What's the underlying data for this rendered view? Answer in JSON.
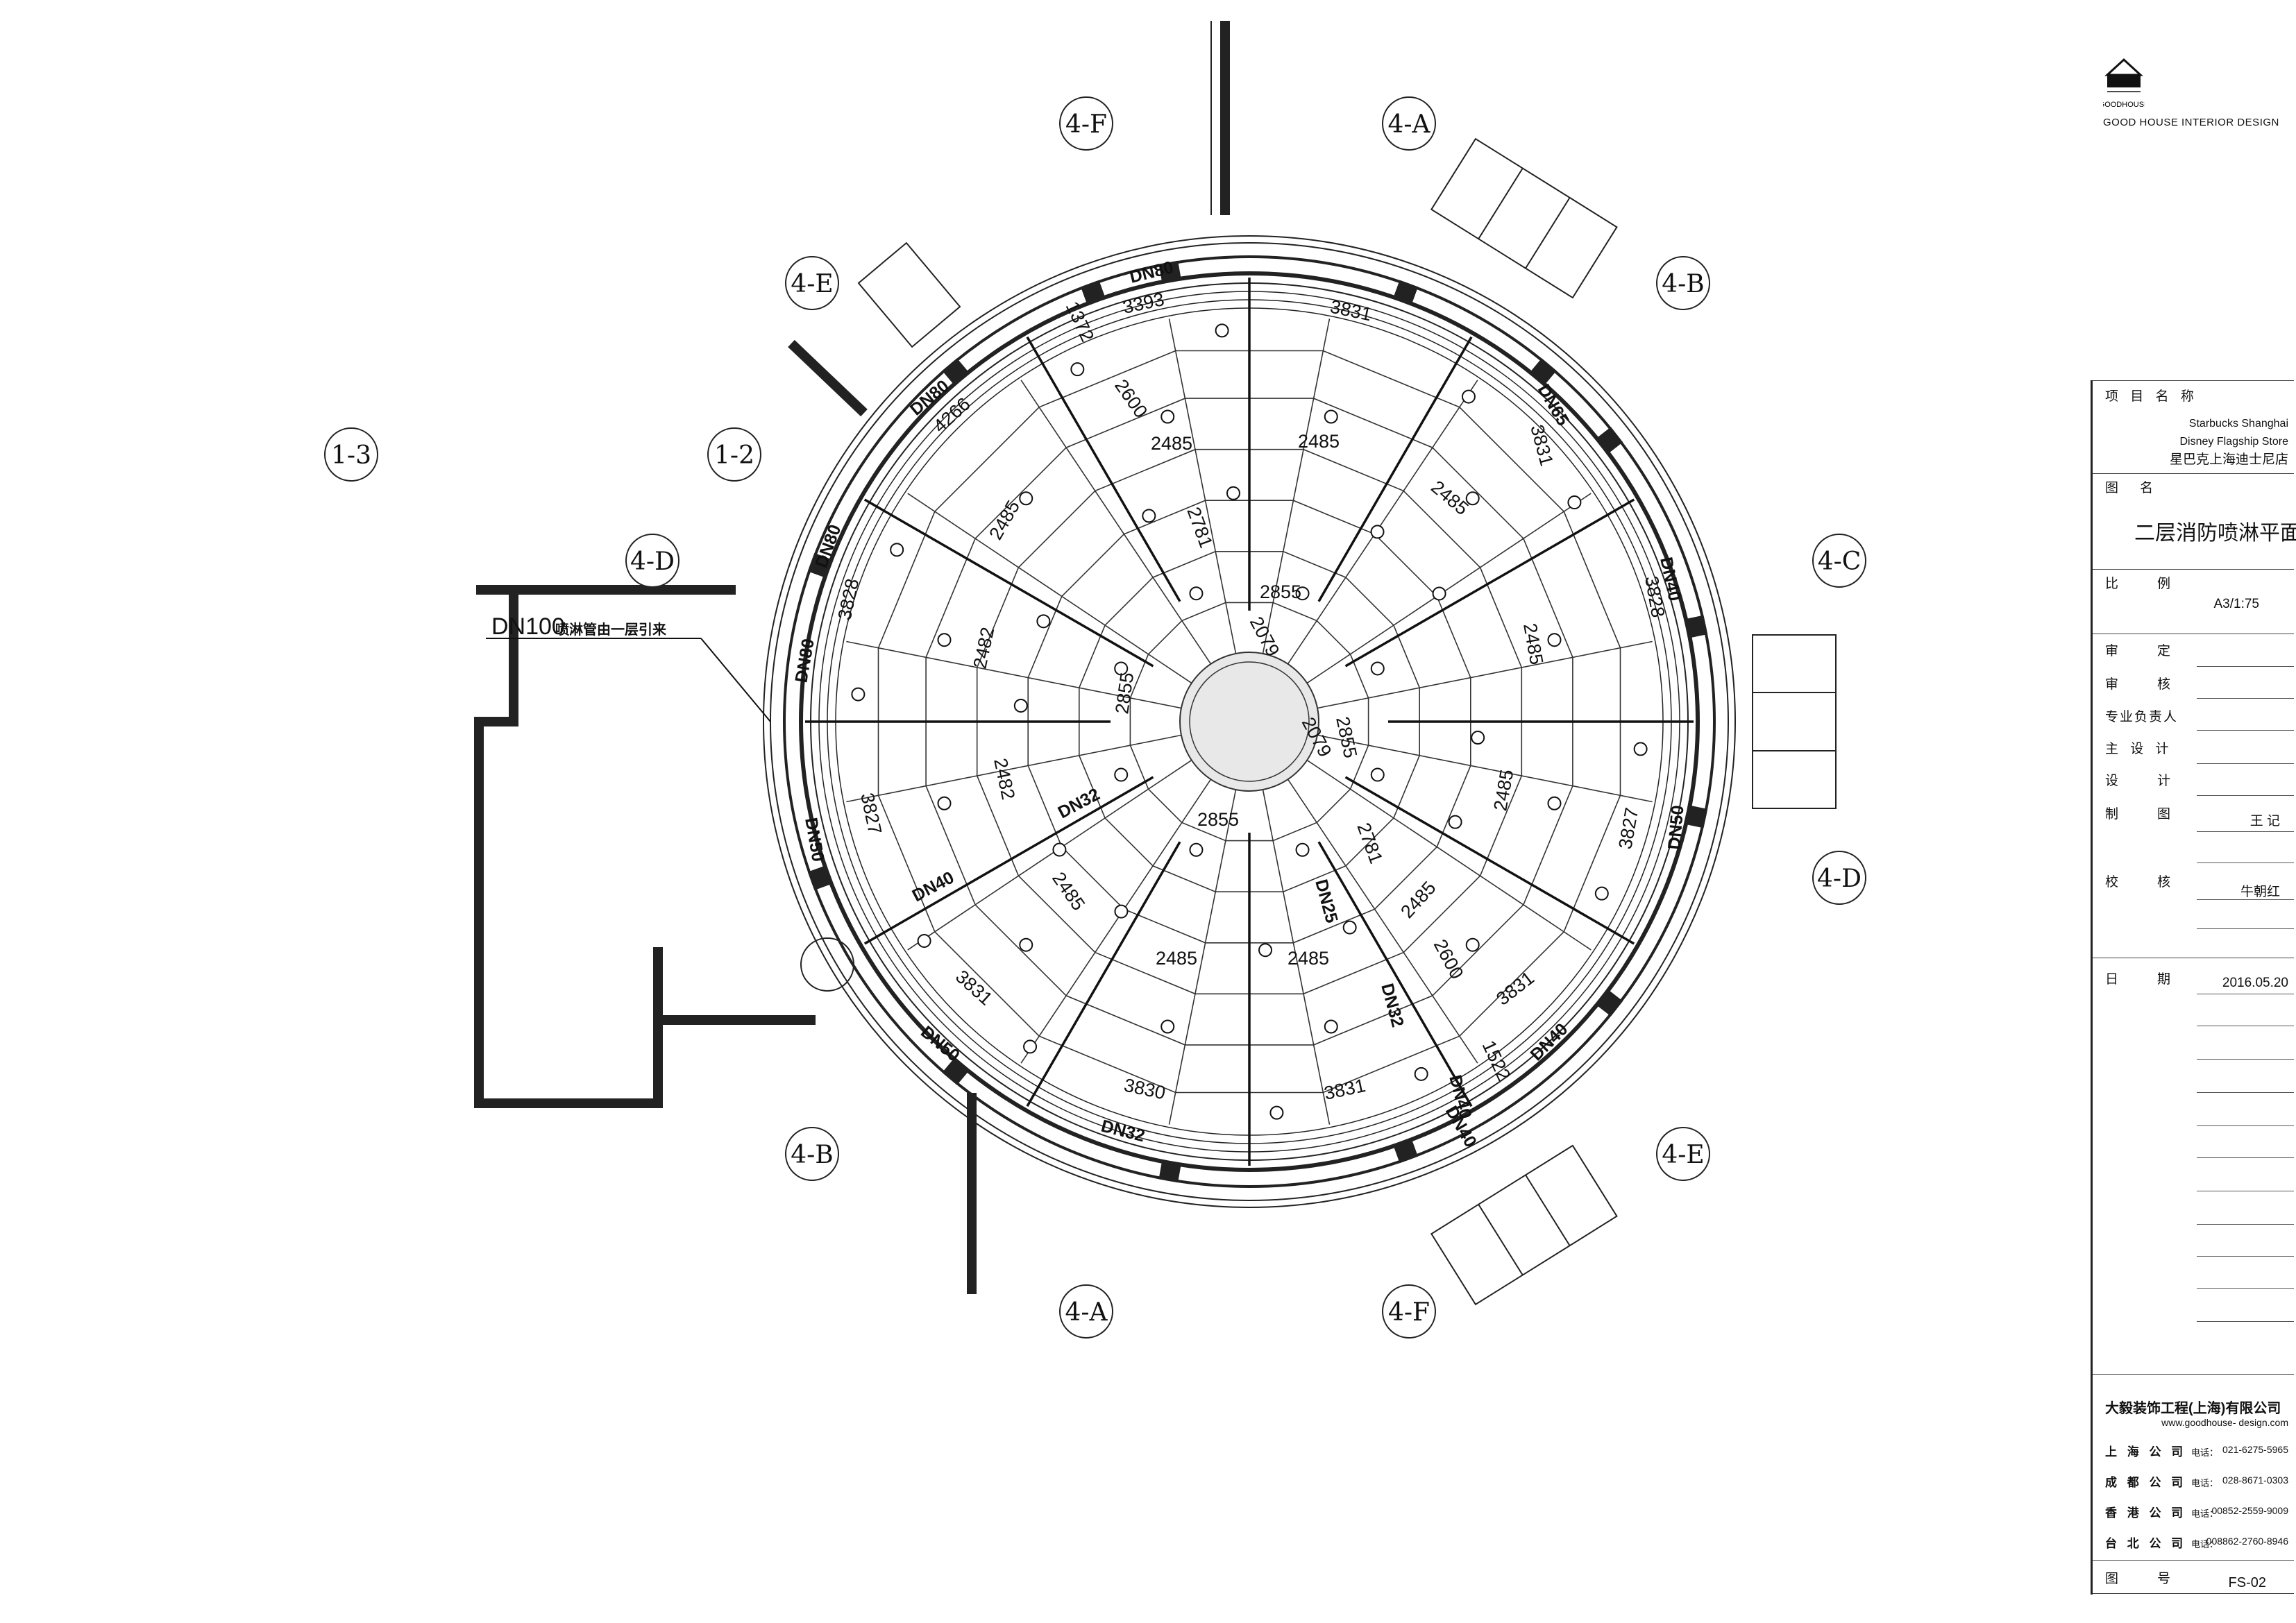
{
  "logo": {
    "mark_text": "GOODHOUSE",
    "text": "GOOD HOUSE INTERIOR DESIGN"
  },
  "plan": {
    "axis_labels": [
      {
        "id": "axis-4f-top",
        "label": "4-F"
      },
      {
        "id": "axis-4a-top",
        "label": "4-A"
      },
      {
        "id": "axis-4e-topleft",
        "label": "4-E"
      },
      {
        "id": "axis-4b-topright",
        "label": "4-B"
      },
      {
        "id": "axis-1-3",
        "label": "1-3"
      },
      {
        "id": "axis-1-2",
        "label": "1-2"
      },
      {
        "id": "axis-4d-left",
        "label": "4-D"
      },
      {
        "id": "axis-4c-right",
        "label": "4-C"
      },
      {
        "id": "axis-4d-right",
        "label": "4-D"
      },
      {
        "id": "axis-4b-bottomleft",
        "label": "4-B"
      },
      {
        "id": "axis-4e-bottomright",
        "label": "4-E"
      },
      {
        "id": "axis-4a-bottom",
        "label": "4-A"
      },
      {
        "id": "axis-4f-bottom",
        "label": "4-F"
      }
    ],
    "main_pipe_note": "DN100",
    "main_pipe_note_small": "喷淋管由一层引来",
    "pipe_labels": {
      "top": "DN80",
      "top_right": "DN65",
      "upper_left": "DN80",
      "left_1": "DN80",
      "left_2": "DN80",
      "right_1": "DN40",
      "right_2": "DN50",
      "left_lower": "DN50",
      "bottom_left": "DN50",
      "bottom": "DN32",
      "bottom_right": "DN40",
      "lower_right": "DN40",
      "inner_1": "DN32",
      "inner_2": "DN40",
      "inner_3": "DN25",
      "inner_4": "DN32",
      "inner_5": "DN40"
    },
    "dimensions": {
      "d3393": "3393",
      "d1372": "1372",
      "d3831_top": "3831",
      "d3831_tr": "3831",
      "d4266": "4266",
      "d2600_top": "2600",
      "d2485_1": "2485",
      "d2485_2": "2485",
      "d2485_3": "2485",
      "d2485_4": "2485",
      "d2781_top": "2781",
      "d2855_top": "2855",
      "d3828_left": "3828",
      "d3828_right": "3828",
      "d2482_upper": "2482",
      "d2855_left": "2855",
      "d2079_1": "2079",
      "d2079_2": "2079",
      "d2855_right": "2855",
      "d2485_right_up": "2485",
      "d2485_right_low": "2485",
      "d2482_lower": "2482",
      "d2855_bottom": "2855",
      "d3827_left": "3827",
      "d3827_right": "3827",
      "d2781_bottom": "2781",
      "d2485_5": "2485",
      "d2485_6": "2485",
      "d2485_7": "2485",
      "d2485_8": "2485",
      "d2600_bottom": "2600",
      "d3831_bl": "3831",
      "d3831_br": "3831",
      "d3830": "3830",
      "d3831_bottom": "3831",
      "d1522": "1522"
    }
  },
  "title_block": {
    "project_label": "项 目 名 称",
    "project_en_1": "Starbucks Shanghai",
    "project_en_2": "Disney Flagship Store",
    "project_cn": "星巴克上海迪士尼店",
    "drawing_label": "图　名",
    "drawing_name": "二层消防喷淋平面图",
    "scale_label": "比　　例",
    "scale_value": "A3/1:75",
    "approve_label": "审　　定",
    "review_label": "审　　核",
    "lead_label": "专业负责人",
    "chief_label": "主 设 计",
    "design_label": "设　　计",
    "draft_label": "制　　图",
    "draft_value": "王 记",
    "check_label": "校　　核",
    "check_value": "牛朝红",
    "date_label": "日　　期",
    "date_value": "2016.05.20",
    "company": "大毅装饰工程(上海)有限公司",
    "website": "www.goodhouse- design.com",
    "offices": [
      {
        "name": "上 海 公 司",
        "tel_label": "电话：",
        "tel": "021-6275-5965"
      },
      {
        "name": "成 都 公 司",
        "tel_label": "电话：",
        "tel": "028-8671-0303"
      },
      {
        "name": "香 港 公 司",
        "tel_label": "电话：",
        "tel": "00852-2559-9009"
      },
      {
        "name": "台 北 公 司",
        "tel_label": "电话：",
        "tel": "008862-2760-8946"
      }
    ],
    "sheet_label": "图　　号",
    "sheet_value": "FS-02"
  }
}
